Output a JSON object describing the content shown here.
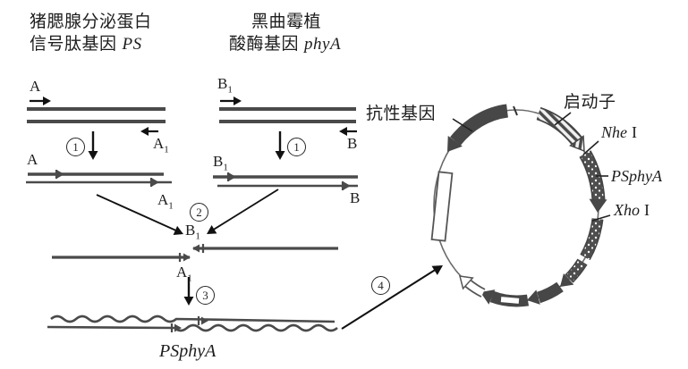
{
  "colors": {
    "ink": "#2a2a2a",
    "strand": "#4a4a4a",
    "bg": "#ffffff"
  },
  "left_gene": {
    "title_line1": "猪腮腺分泌蛋白",
    "title_line2": "信号肽基因",
    "gene": "PS",
    "primer_forward": "A",
    "primer_reverse_base": "A",
    "primer_reverse_sub": "1",
    "step": "1",
    "product_left": "A",
    "product_right_base": "A",
    "product_right_sub": "1"
  },
  "right_gene": {
    "title_line1": "黑曲霉植",
    "title_line2": "酸酶基因",
    "gene": "phyA",
    "primer_forward_base": "B",
    "primer_forward_sub": "1",
    "primer_reverse": "B",
    "step": "1",
    "product_left_base": "B",
    "product_left_sub": "1",
    "product_right": "B"
  },
  "fusion": {
    "step_join": "2",
    "join_top_base": "B",
    "join_top_sub": "1",
    "join_bottom_base": "A",
    "join_bottom_sub": "1",
    "step_extend": "3",
    "product_name": "PSphyA",
    "step_ligate": "4"
  },
  "plasmid": {
    "resistance_gene_label": "抗性基因",
    "promoter_label": "启动子",
    "restriction_site_1_name": "Nhe",
    "restriction_site_1_suffix": "I",
    "insert_label": "PSphyA",
    "restriction_site_2_name": "Xho",
    "restriction_site_2_suffix": "I"
  }
}
